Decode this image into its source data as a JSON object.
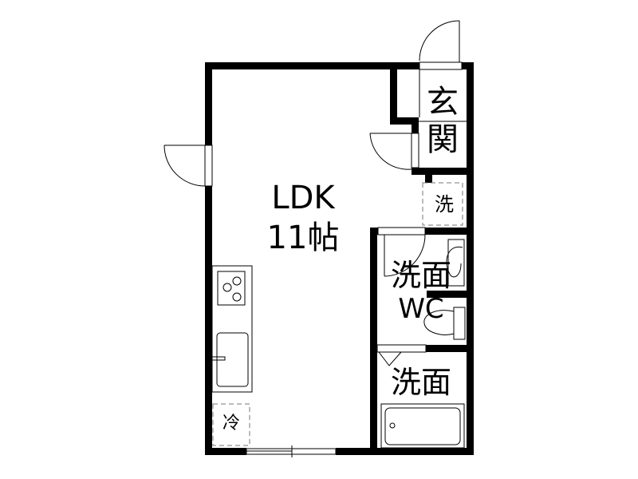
{
  "floorplan": {
    "rooms": {
      "ldk": {
        "name": "LDK",
        "size": "11帖"
      },
      "entrance": {
        "line1": "玄",
        "line2": "関"
      },
      "washer": {
        "label": "洗"
      },
      "washroom_wc": {
        "line1": "洗面",
        "line2": "WC"
      },
      "bath": {
        "label": "洗面"
      },
      "fridge": {
        "label": "冷"
      }
    },
    "colors": {
      "wall": "#000000",
      "line": "#000000",
      "background": "#ffffff",
      "dashed": "#777777"
    }
  }
}
